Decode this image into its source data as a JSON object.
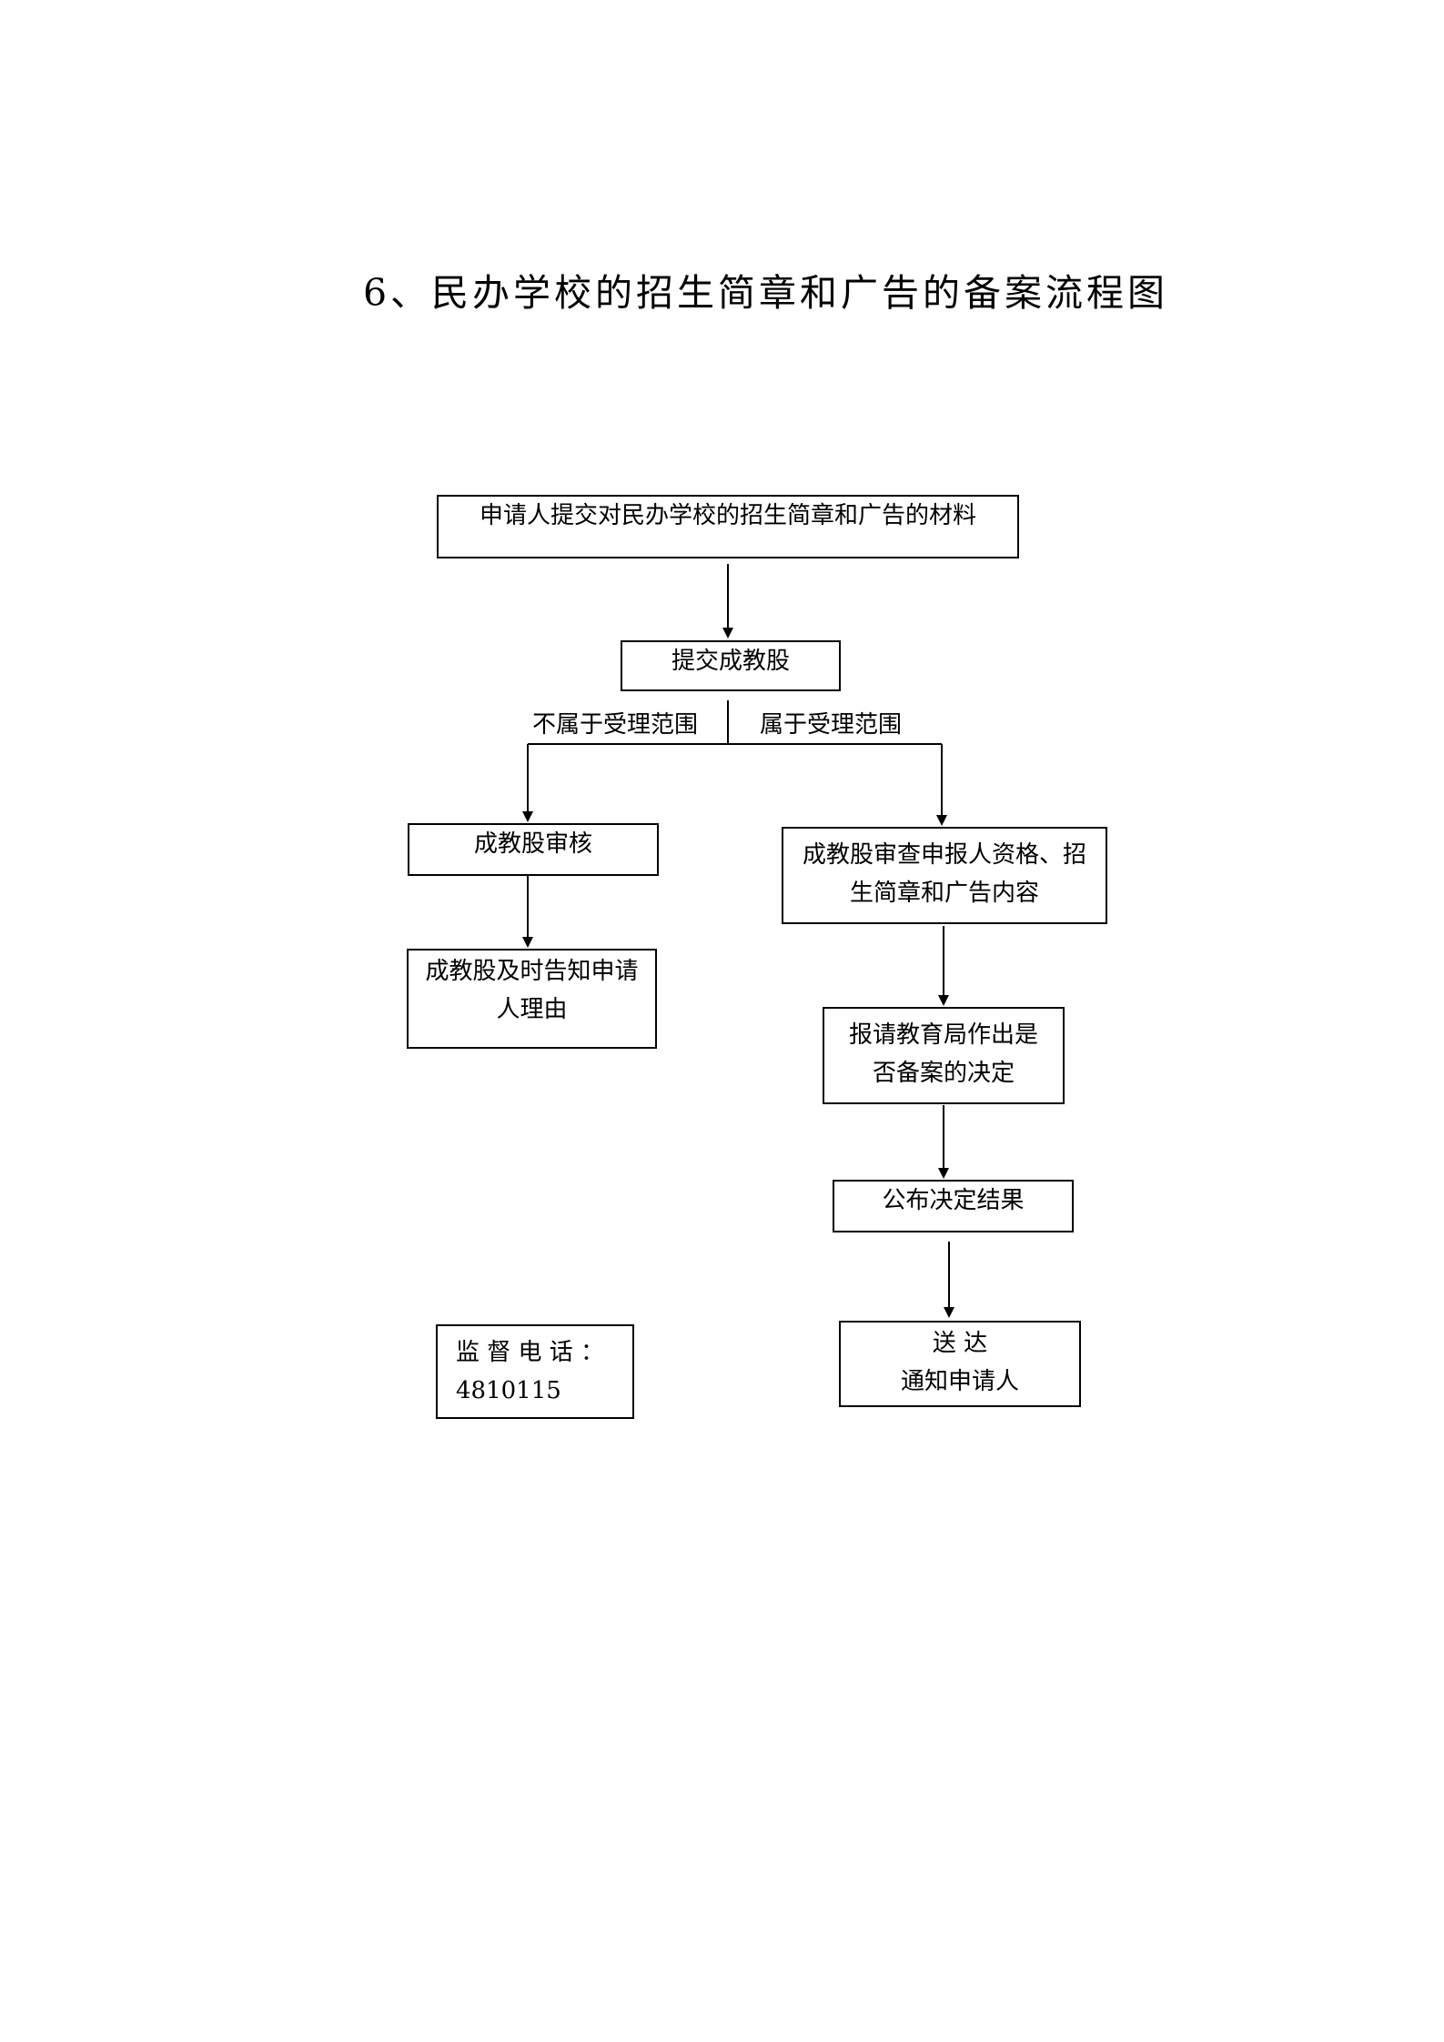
{
  "title": "6、民办学校的招生简章和广告的备案流程图",
  "nodes": {
    "submit_materials": "申请人提交对民办学校的招生简章和广告的材料",
    "submit_dept": "提交成教股",
    "dept_review": "成教股审核",
    "notify_reason": [
      "成教股及时告知申请",
      "人理由"
    ],
    "dept_check": [
      "成教股审查申报人资格、招",
      "生简章和广告内容"
    ],
    "report_bureau": [
      "报请教育局作出是",
      "否备案的决定"
    ],
    "publish_result": "公布决定结果",
    "deliver": [
      "送 达",
      "通知申请人"
    ],
    "supervision": [
      "监 督 电 话 ：",
      "4810115"
    ]
  },
  "branches": {
    "left": "不属于受理范围",
    "right": "属于受理范围"
  }
}
